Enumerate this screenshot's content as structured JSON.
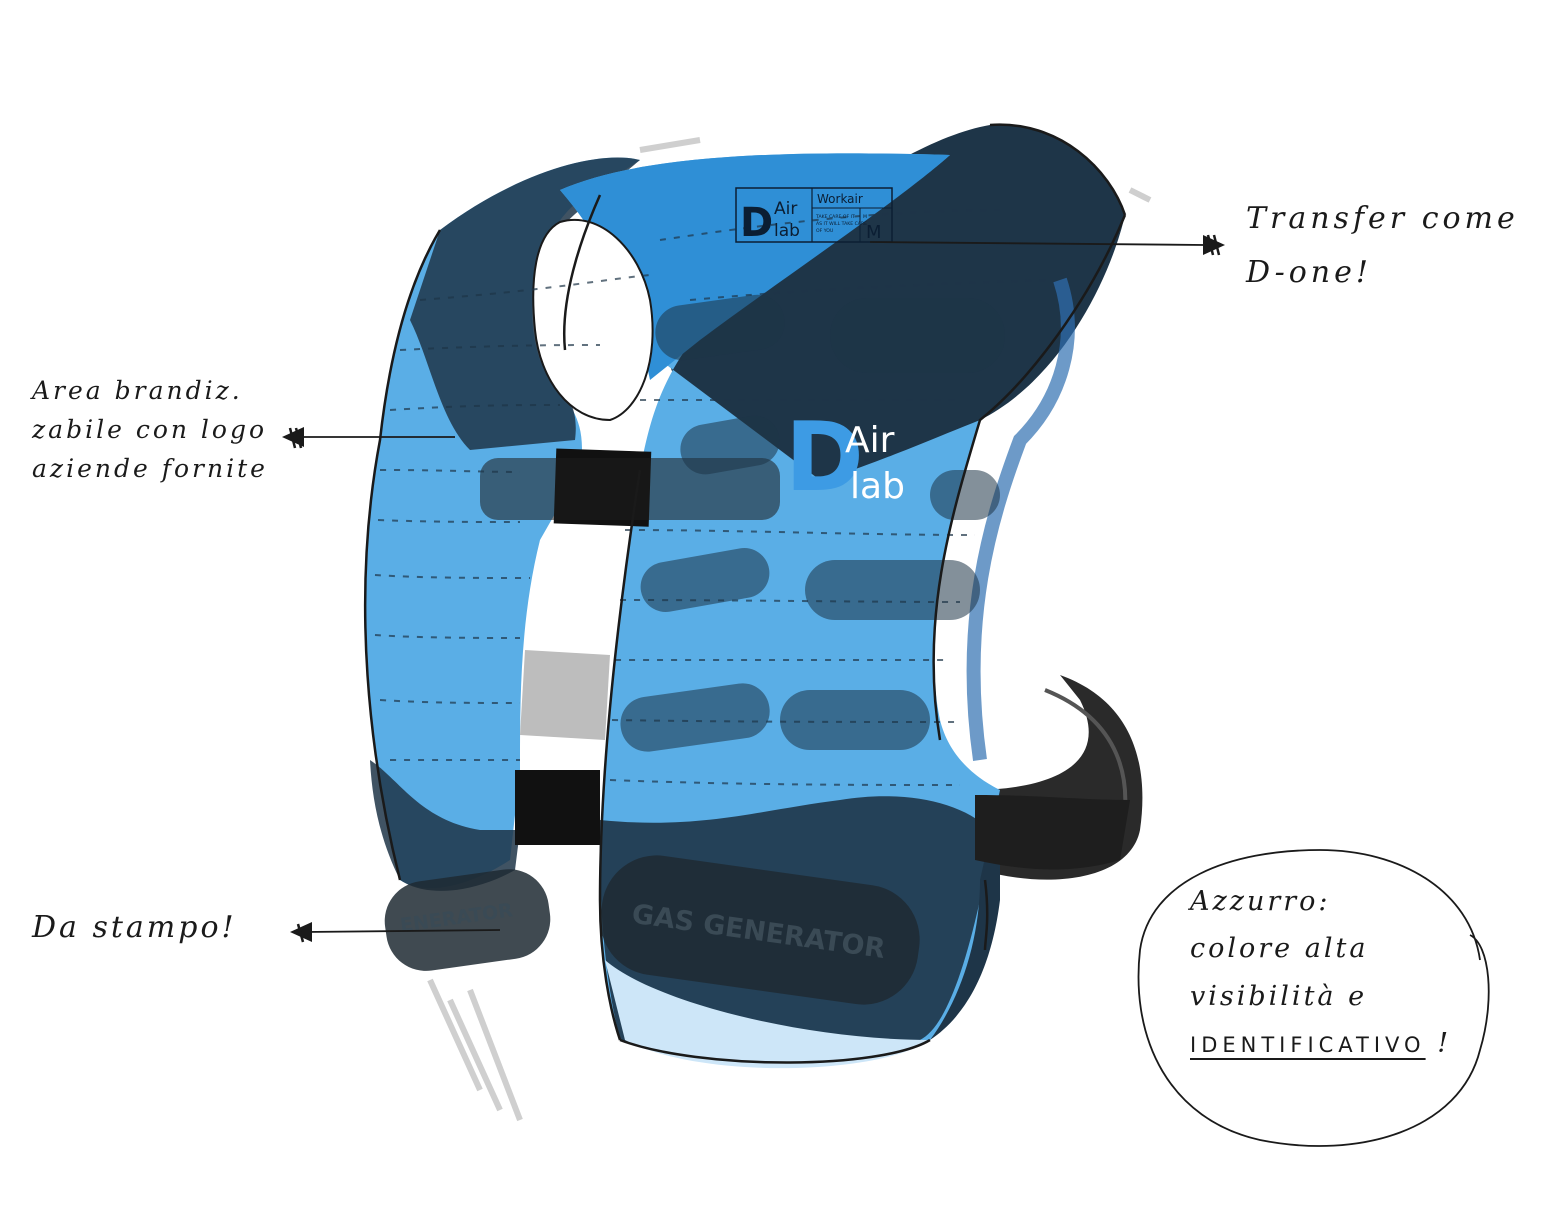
{
  "annotations": {
    "brand_area": [
      "Area brandiz.",
      "zabile con logo",
      "aziende fornite"
    ],
    "transfer": [
      "Transfer come",
      "D-one!"
    ],
    "stamp": [
      "Da stampo!"
    ],
    "color": {
      "line1": "Azzurro:",
      "line2": "colore alta",
      "line3": "visibilità e",
      "emphasis": "IDENTIFICATIVO",
      "exclaim": "!"
    }
  },
  "label_patch": {
    "logo_d": "D",
    "logo_air": "Air",
    "logo_lab": "lab",
    "product": "Workair",
    "tagline": [
      "TAKE CARE OF IT",
      "AS IT WILL TAKE CARE",
      "OF YOU"
    ],
    "size": "M",
    "size_marker": "M"
  },
  "chest_logo": {
    "d": "D",
    "air": "Air",
    "lab": "lab"
  },
  "generators": {
    "right": "GAS GENERATOR",
    "left": "ENERATOR"
  },
  "colors": {
    "vest_light": "#5aaee6",
    "vest_mid": "#2f8fd6",
    "vest_dark": "#1e3548",
    "strap": "#1e1e1e",
    "logo_blue": "#3d9be4"
  }
}
